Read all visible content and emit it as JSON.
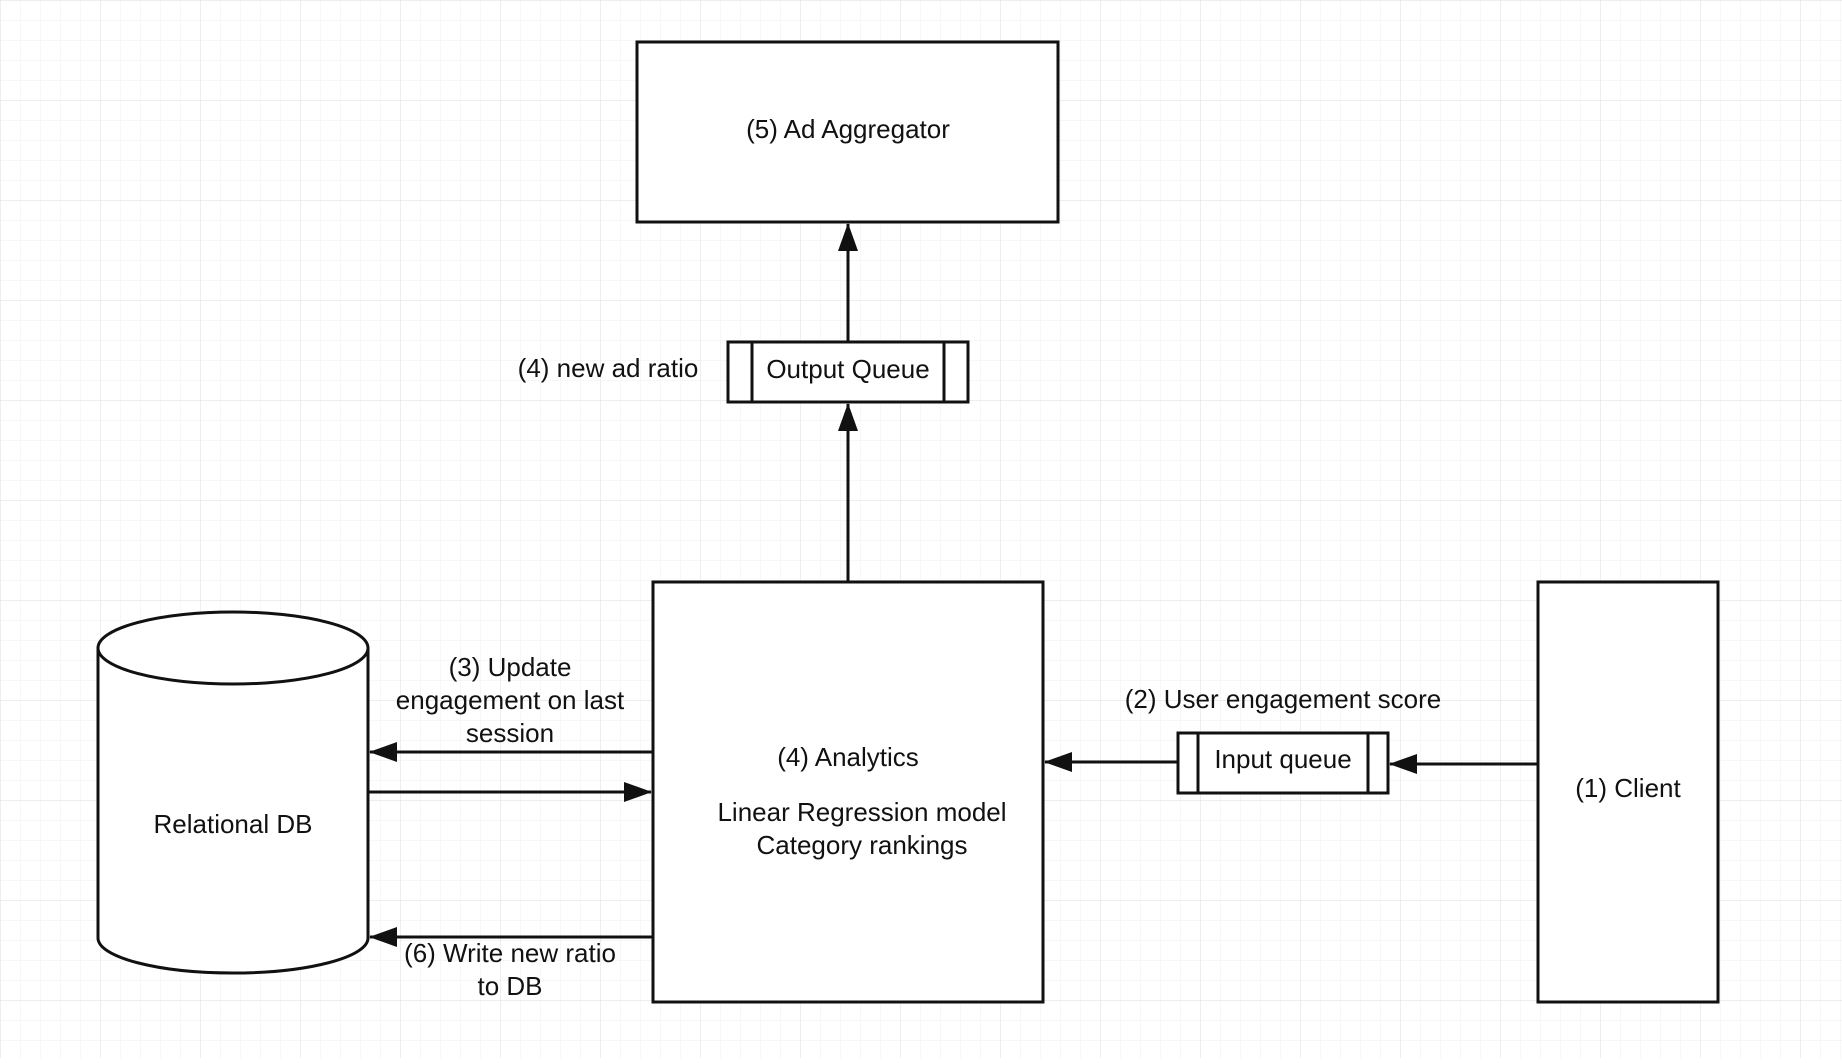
{
  "colors": {
    "background": "#ffffff",
    "grid_minor": "#efefef",
    "grid_major": "#dedede",
    "stroke": "#111111"
  },
  "nodes": {
    "ad_aggregator": {
      "label": "(5) Ad Aggregator"
    },
    "output_queue": {
      "label": "Output Queue"
    },
    "analytics": {
      "title": "(4) Analytics",
      "line1": "Linear Regression model",
      "line2": "Category rankings"
    },
    "input_queue": {
      "label": "Input queue"
    },
    "client": {
      "label": "(1) Client"
    },
    "relational_db": {
      "label": "Relational DB"
    }
  },
  "edge_labels": {
    "new_ad_ratio": "(4) new ad ratio",
    "user_engagement": "(2) User engagement score",
    "update_engagement": [
      "(3) Update",
      "engagement on last",
      "session"
    ],
    "write_ratio": [
      "(6) Write new ratio",
      "to DB"
    ]
  }
}
